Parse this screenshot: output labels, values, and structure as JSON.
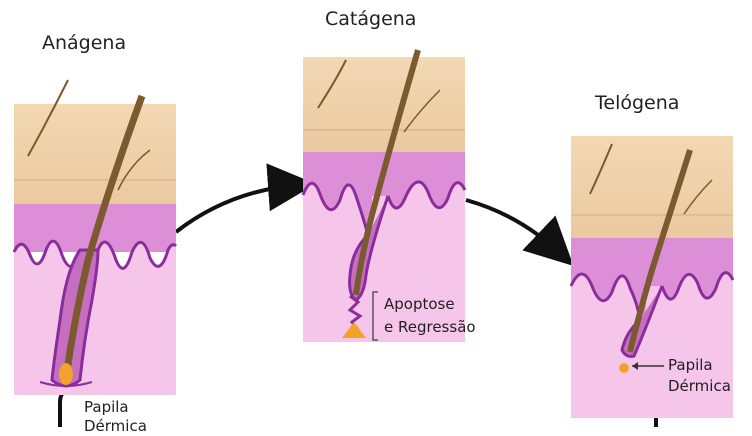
{
  "stages": [
    {
      "title": "Anágena",
      "annotation": [
        "Papila",
        "Dérmica"
      ]
    },
    {
      "title": "Catágena",
      "annotation": [
        "Apoptose",
        "e Regressão"
      ]
    },
    {
      "title": "Telógena",
      "annotation": [
        "Papila",
        "Dérmica"
      ]
    }
  ],
  "colors": {
    "skin_top": "#f2d7b0",
    "skin_band": "#e7c39b",
    "dermis": "#d98bd4",
    "dermis_lower": "#f7c7ec",
    "hair": "#8a6a3a",
    "papilla": "#f4a32a",
    "follicle_outline": "#8a2c9c",
    "arrow": "#111111"
  }
}
